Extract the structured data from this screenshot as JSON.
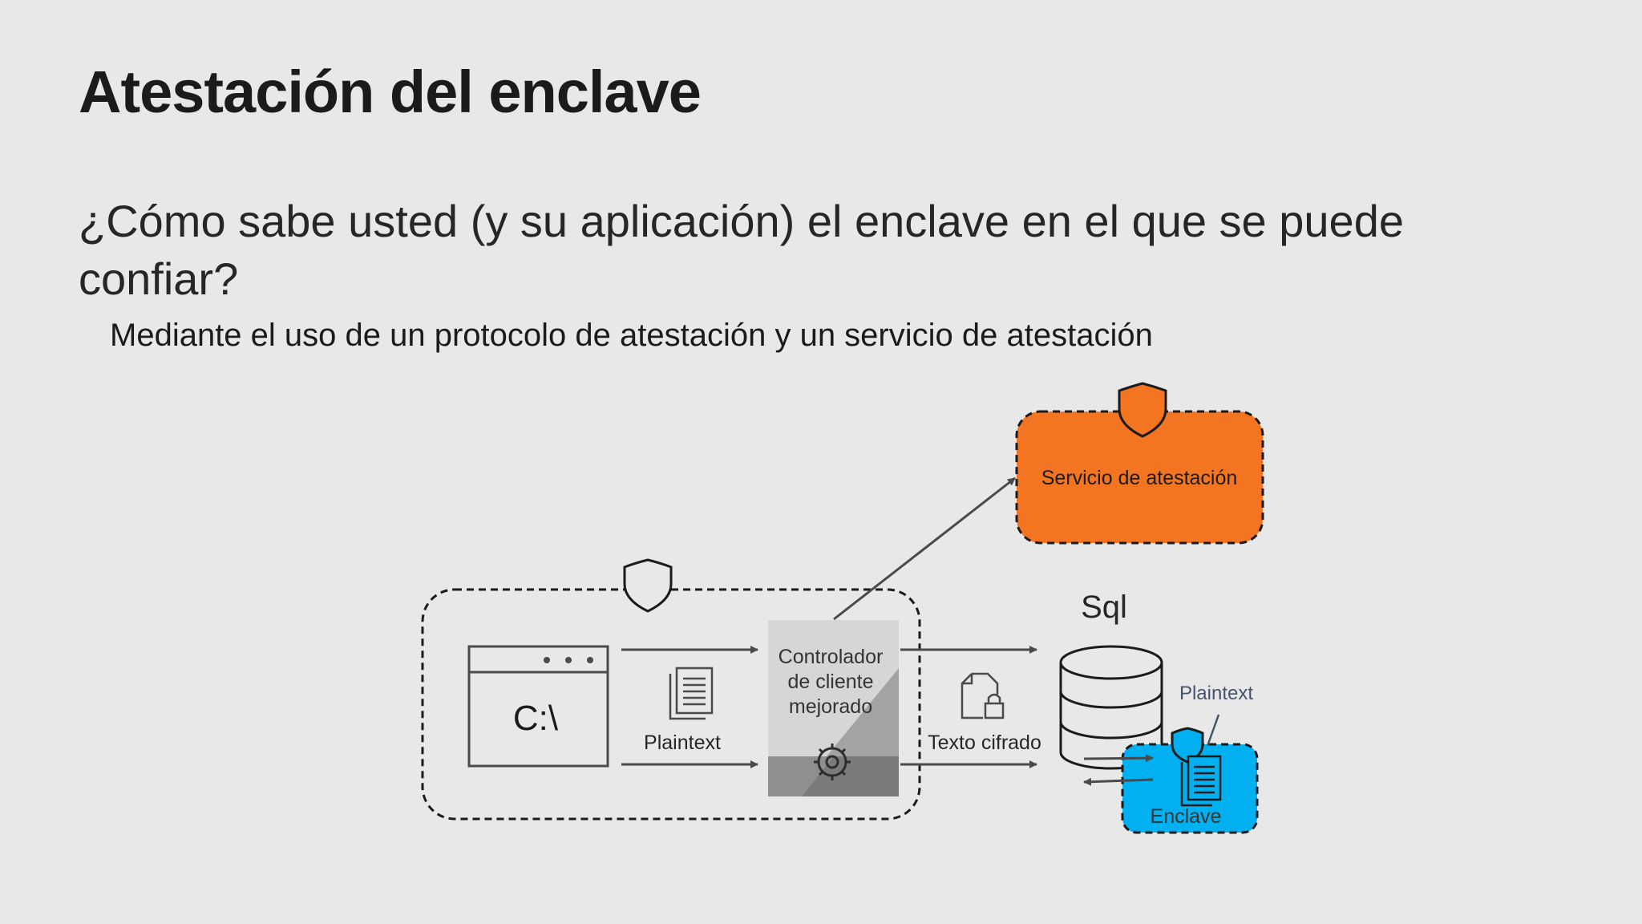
{
  "slide": {
    "title": "Atestación del enclave",
    "question": "¿Cómo sabe usted (y su aplicación) el enclave en el que se puede confiar?",
    "answer": "Mediante el uso de un protocolo de atestación y un servicio de atestación"
  },
  "diagram": {
    "app_window_text": "C:\\",
    "plaintext_left": "Plaintext",
    "driver_line1": "Controlador",
    "driver_line2": "de cliente",
    "driver_line3": "mejorado",
    "ciphertext_label": "Texto cifrado",
    "attestation_service": "Servicio de atestación",
    "sql_label": "Sql",
    "plaintext_right": "Plaintext",
    "enclave_label": "Enclave"
  },
  "colors": {
    "background": "#e8e8e8",
    "attestation_orange": "#f47521",
    "enclave_blue": "#00b0f0",
    "line_gray": "#4a4a4a"
  }
}
